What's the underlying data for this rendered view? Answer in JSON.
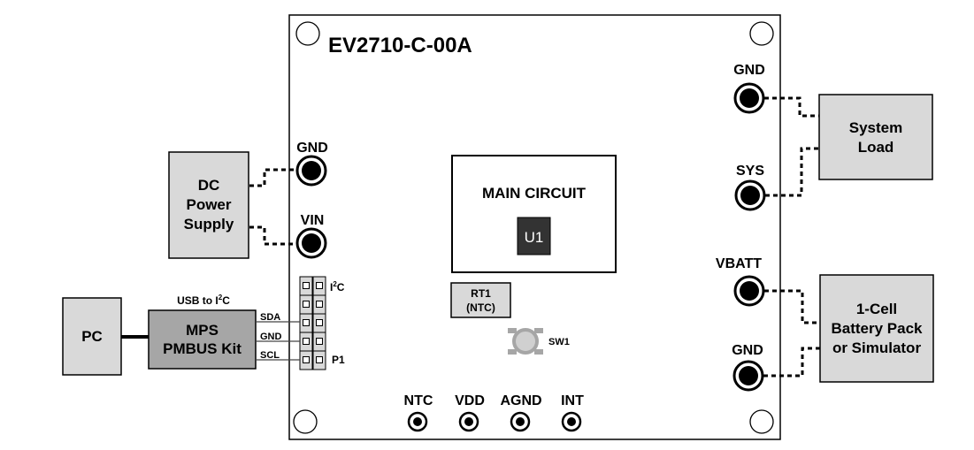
{
  "board": {
    "title": "EV2710-C-00A",
    "main_circuit_label": "MAIN CIRCUIT",
    "ic_label": "U1",
    "thermistor": {
      "line1": "RT1",
      "line2": "(NTC)"
    },
    "switch_label": "SW1",
    "header": {
      "name": "P1",
      "bus_label": "I",
      "bus_sup": "2",
      "bus_suffix": "C"
    }
  },
  "left_terminals": [
    {
      "label": "GND"
    },
    {
      "label": "VIN"
    }
  ],
  "right_terminals": [
    {
      "label": "GND"
    },
    {
      "label": "SYS"
    },
    {
      "label": "VBATT"
    },
    {
      "label": "GND"
    }
  ],
  "bottom_terminals": [
    {
      "label": "NTC"
    },
    {
      "label": "VDD"
    },
    {
      "label": "AGND"
    },
    {
      "label": "INT"
    }
  ],
  "external": {
    "dc_supply": [
      "DC",
      "Power",
      "Supply"
    ],
    "pc": "PC",
    "pmbus_kit": [
      "MPS",
      "PMBUS Kit"
    ],
    "usb_label": {
      "prefix": "USB to I",
      "sup": "2",
      "suffix": "C"
    },
    "i2c_signals": [
      "SDA",
      "GND",
      "SCL"
    ],
    "system_load": [
      "System",
      "Load"
    ],
    "battery": [
      "1-Cell",
      "Battery Pack",
      "or Simulator"
    ]
  },
  "colors": {
    "box_fill": "#d9d9d9",
    "pmbus_fill": "#a6a6a6",
    "ic_fill": "#333333",
    "switch_fill": "#a6a6a6",
    "outline": "#000000"
  }
}
